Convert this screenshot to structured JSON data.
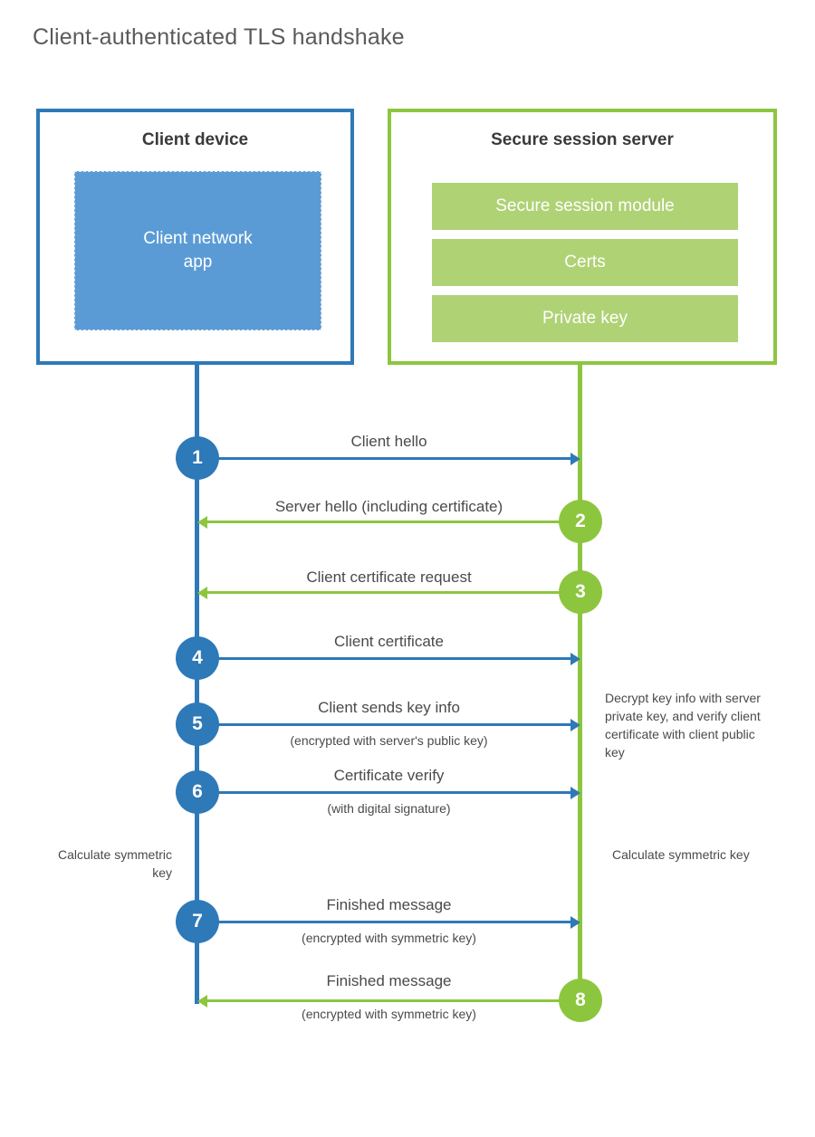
{
  "diagram": {
    "title": "Client-authenticated TLS handshake",
    "colors": {
      "client_border": "#2e79b8",
      "client_app_fill": "#5b9bd5",
      "server_border": "#8cc63f",
      "server_bar_fill": "#afd275",
      "text": "#4a4a4a"
    }
  },
  "client": {
    "title": "Client device",
    "app_label": "Client network\napp"
  },
  "server": {
    "title": "Secure session server",
    "components": [
      {
        "label": "Secure session module"
      },
      {
        "label": "Certs"
      },
      {
        "label": "Private key"
      }
    ]
  },
  "steps": [
    {
      "number": "1",
      "label": "Client hello",
      "sub": "",
      "from": "client",
      "to": "server"
    },
    {
      "number": "2",
      "label": "Server hello (including certificate)",
      "sub": "",
      "from": "server",
      "to": "client"
    },
    {
      "number": "3",
      "label": "Client certificate request",
      "sub": "",
      "from": "server",
      "to": "client"
    },
    {
      "number": "4",
      "label": "Client certificate",
      "sub": "",
      "from": "client",
      "to": "server"
    },
    {
      "number": "5",
      "label": "Client sends key info",
      "sub": "(encrypted with server's public key)",
      "from": "client",
      "to": "server"
    },
    {
      "number": "6",
      "label": "Certificate verify",
      "sub": "(with digital signature)",
      "from": "client",
      "to": "server"
    },
    {
      "number": "7",
      "label": "Finished message",
      "sub": "(encrypted with symmetric key)",
      "from": "client",
      "to": "server"
    },
    {
      "number": "8",
      "label": "Finished message",
      "sub": "(encrypted with symmetric key)",
      "from": "server",
      "to": "client"
    }
  ],
  "notes": {
    "server_decrypt": "Decrypt key info with server private key, and verify client certificate with client public key",
    "client_calculate": "Calculate symmetric key",
    "server_calculate": "Calculate symmetric key"
  }
}
